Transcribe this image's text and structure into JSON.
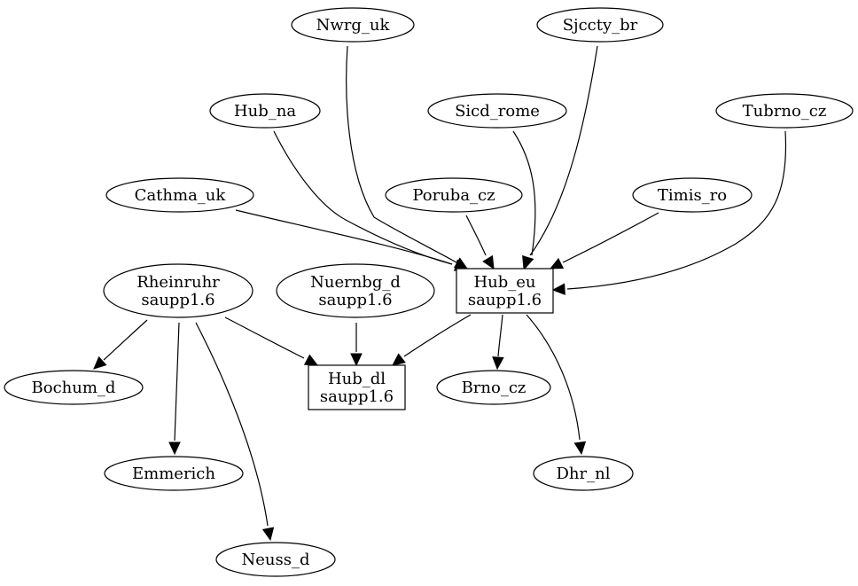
{
  "nodes": [
    {
      "id": "nwrg_uk",
      "lines": [
        "Nwrg_uk"
      ],
      "shape": "ellipse"
    },
    {
      "id": "sjccty_br",
      "lines": [
        "Sjccty_br"
      ],
      "shape": "ellipse"
    },
    {
      "id": "hub_na",
      "lines": [
        "Hub_na"
      ],
      "shape": "ellipse"
    },
    {
      "id": "sicd_rome",
      "lines": [
        "Sicd_rome"
      ],
      "shape": "ellipse"
    },
    {
      "id": "tubrno_cz",
      "lines": [
        "Tubrno_cz"
      ],
      "shape": "ellipse"
    },
    {
      "id": "cathma_uk",
      "lines": [
        "Cathma_uk"
      ],
      "shape": "ellipse"
    },
    {
      "id": "poruba_cz",
      "lines": [
        "Poruba_cz"
      ],
      "shape": "ellipse"
    },
    {
      "id": "timis_ro",
      "lines": [
        "Timis_ro"
      ],
      "shape": "ellipse"
    },
    {
      "id": "rheinruhr",
      "lines": [
        "Rheinruhr",
        "saupp1.6"
      ],
      "shape": "ellipse"
    },
    {
      "id": "nuernbg_d",
      "lines": [
        "Nuernbg_d",
        "saupp1.6"
      ],
      "shape": "ellipse"
    },
    {
      "id": "hub_eu",
      "lines": [
        "Hub_eu",
        "saupp1.6"
      ],
      "shape": "box"
    },
    {
      "id": "bochum_d",
      "lines": [
        "Bochum_d"
      ],
      "shape": "ellipse"
    },
    {
      "id": "hub_dl",
      "lines": [
        "Hub_dl",
        "saupp1.6"
      ],
      "shape": "box"
    },
    {
      "id": "brno_cz",
      "lines": [
        "Brno_cz"
      ],
      "shape": "ellipse"
    },
    {
      "id": "emmerich",
      "lines": [
        "Emmerich"
      ],
      "shape": "ellipse"
    },
    {
      "id": "dhr_nl",
      "lines": [
        "Dhr_nl"
      ],
      "shape": "ellipse"
    },
    {
      "id": "neuss_d",
      "lines": [
        "Neuss_d"
      ],
      "shape": "ellipse"
    }
  ],
  "edges": [
    {
      "from": "cathma_uk",
      "to": "hub_eu"
    },
    {
      "from": "hub_na",
      "to": "hub_eu"
    },
    {
      "from": "nwrg_uk",
      "to": "hub_eu"
    },
    {
      "from": "poruba_cz",
      "to": "hub_eu"
    },
    {
      "from": "sicd_rome",
      "to": "hub_eu"
    },
    {
      "from": "sjccty_br",
      "to": "hub_eu"
    },
    {
      "from": "timis_ro",
      "to": "hub_eu"
    },
    {
      "from": "tubrno_cz",
      "to": "hub_eu"
    },
    {
      "from": "rheinruhr",
      "to": "bochum_d"
    },
    {
      "from": "rheinruhr",
      "to": "hub_dl"
    },
    {
      "from": "rheinruhr",
      "to": "emmerich"
    },
    {
      "from": "rheinruhr",
      "to": "neuss_d"
    },
    {
      "from": "nuernbg_d",
      "to": "hub_dl"
    },
    {
      "from": "hub_eu",
      "to": "hub_dl"
    },
    {
      "from": "hub_eu",
      "to": "brno_cz"
    },
    {
      "from": "hub_eu",
      "to": "dhr_nl"
    }
  ]
}
